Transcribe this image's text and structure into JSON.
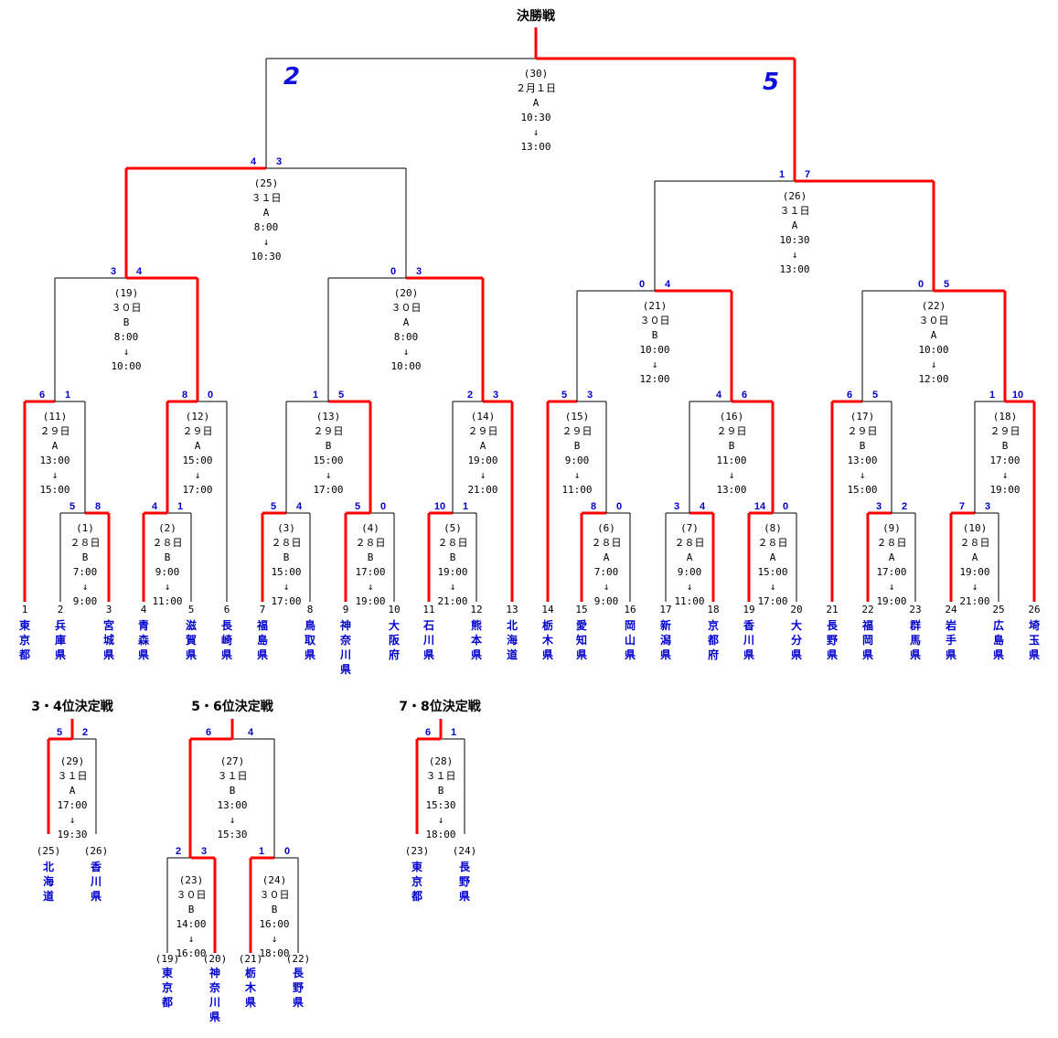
{
  "titles": {
    "final": "決勝戦",
    "third_place": "3・4位決定戦",
    "fifth_place": "5・6位決定戦",
    "seventh_place": "7・8位決定戦"
  },
  "colors": {
    "winner_line": "#ff0000",
    "score_text": "#0000cc",
    "team_text": "#0000cc",
    "line": "#000000"
  },
  "teams": [
    {
      "seed": "1",
      "name": "東京都"
    },
    {
      "seed": "2",
      "name": "兵庫県"
    },
    {
      "seed": "3",
      "name": "宮城県"
    },
    {
      "seed": "4",
      "name": "青森県"
    },
    {
      "seed": "5",
      "name": "滋賀県"
    },
    {
      "seed": "6",
      "name": "長崎県"
    },
    {
      "seed": "7",
      "name": "福島県"
    },
    {
      "seed": "8",
      "name": "鳥取県"
    },
    {
      "seed": "9",
      "name": "神奈川県"
    },
    {
      "seed": "10",
      "name": "大阪府"
    },
    {
      "seed": "11",
      "name": "石川県"
    },
    {
      "seed": "12",
      "name": "熊本県"
    },
    {
      "seed": "13",
      "name": "北海道"
    },
    {
      "seed": "14",
      "name": "栃木県"
    },
    {
      "seed": "15",
      "name": "愛知県"
    },
    {
      "seed": "16",
      "name": "岡山県"
    },
    {
      "seed": "17",
      "name": "新潟県"
    },
    {
      "seed": "18",
      "name": "京都府"
    },
    {
      "seed": "19",
      "name": "香川県"
    },
    {
      "seed": "20",
      "name": "大分県"
    },
    {
      "seed": "21",
      "name": "長野県"
    },
    {
      "seed": "22",
      "name": "福岡県"
    },
    {
      "seed": "23",
      "name": "群馬県"
    },
    {
      "seed": "24",
      "name": "岩手県"
    },
    {
      "seed": "25",
      "name": "広島県"
    },
    {
      "seed": "26",
      "name": "埼玉県"
    }
  ],
  "matches": [
    {
      "id": "1",
      "label": "(1)",
      "date": "２８日",
      "court": "B",
      "start": "7:00",
      "arrow": "↓",
      "end": "9:00",
      "score_left": "5",
      "score_right": "8",
      "winner": "right"
    },
    {
      "id": "2",
      "label": "(2)",
      "date": "２８日",
      "court": "B",
      "start": "9:00",
      "arrow": "↓",
      "end": "11:00",
      "score_left": "4",
      "score_right": "1",
      "winner": "left"
    },
    {
      "id": "3",
      "label": "(3)",
      "date": "２８日",
      "court": "B",
      "start": "15:00",
      "arrow": "↓",
      "end": "17:00",
      "score_left": "5",
      "score_right": "4",
      "winner": "left"
    },
    {
      "id": "4",
      "label": "(4)",
      "date": "２８日",
      "court": "B",
      "start": "17:00",
      "arrow": "↓",
      "end": "19:00",
      "score_left": "5",
      "score_right": "0",
      "winner": "left"
    },
    {
      "id": "5",
      "label": "(5)",
      "date": "２８日",
      "court": "B",
      "start": "19:00",
      "arrow": "↓",
      "end": "21:00",
      "score_left": "10",
      "score_right": "1",
      "winner": "left"
    },
    {
      "id": "6",
      "label": "(6)",
      "date": "２８日",
      "court": "A",
      "start": "7:00",
      "arrow": "↓",
      "end": "9:00",
      "score_left": "8",
      "score_right": "0",
      "winner": "left"
    },
    {
      "id": "7",
      "label": "(7)",
      "date": "２８日",
      "court": "A",
      "start": "9:00",
      "arrow": "↓",
      "end": "11:00",
      "score_left": "3",
      "score_right": "4",
      "winner": "right"
    },
    {
      "id": "8",
      "label": "(8)",
      "date": "２８日",
      "court": "A",
      "start": "15:00",
      "arrow": "↓",
      "end": "17:00",
      "score_left": "14",
      "score_right": "0",
      "winner": "left"
    },
    {
      "id": "9",
      "label": "(9)",
      "date": "２８日",
      "court": "A",
      "start": "17:00",
      "arrow": "↓",
      "end": "19:00",
      "score_left": "3",
      "score_right": "2",
      "winner": "left"
    },
    {
      "id": "10",
      "label": "(10)",
      "date": "２８日",
      "court": "A",
      "start": "19:00",
      "arrow": "↓",
      "end": "21:00",
      "score_left": "7",
      "score_right": "3",
      "winner": "left"
    },
    {
      "id": "11",
      "label": "(11)",
      "date": "２９日",
      "court": "A",
      "start": "13:00",
      "arrow": "↓",
      "end": "15:00",
      "score_left": "6",
      "score_right": "1",
      "winner": "left"
    },
    {
      "id": "12",
      "label": "(12)",
      "date": "２９日",
      "court": "A",
      "start": "15:00",
      "arrow": "↓",
      "end": "17:00",
      "score_left": "8",
      "score_right": "0",
      "winner": "left"
    },
    {
      "id": "13",
      "label": "(13)",
      "date": "２９日",
      "court": "B",
      "start": "15:00",
      "arrow": "↓",
      "end": "17:00",
      "score_left": "1",
      "score_right": "5",
      "winner": "right"
    },
    {
      "id": "14",
      "label": "(14)",
      "date": "２９日",
      "court": "A",
      "start": "19:00",
      "arrow": "↓",
      "end": "21:00",
      "score_left": "2",
      "score_right": "3",
      "winner": "right"
    },
    {
      "id": "15",
      "label": "(15)",
      "date": "２９日",
      "court": "B",
      "start": "9:00",
      "arrow": "↓",
      "end": "11:00",
      "score_left": "5",
      "score_right": "3",
      "winner": "left"
    },
    {
      "id": "16",
      "label": "(16)",
      "date": "２９日",
      "court": "B",
      "start": "11:00",
      "arrow": "↓",
      "end": "13:00",
      "score_left": "4",
      "score_right": "6",
      "winner": "right"
    },
    {
      "id": "17",
      "label": "(17)",
      "date": "２９日",
      "court": "B",
      "start": "13:00",
      "arrow": "↓",
      "end": "15:00",
      "score_left": "6",
      "score_right": "5",
      "winner": "left"
    },
    {
      "id": "18",
      "label": "(18)",
      "date": "２９日",
      "court": "B",
      "start": "17:00",
      "arrow": "↓",
      "end": "19:00",
      "score_left": "1",
      "score_right": "10",
      "winner": "right"
    },
    {
      "id": "19",
      "label": "(19)",
      "date": "３０日",
      "court": "B",
      "start": "8:00",
      "arrow": "↓",
      "end": "10:00",
      "score_left": "3",
      "score_right": "4",
      "winner": "right"
    },
    {
      "id": "20",
      "label": "(20)",
      "date": "３０日",
      "court": "A",
      "start": "8:00",
      "arrow": "↓",
      "end": "10:00",
      "score_left": "0",
      "score_right": "3",
      "winner": "right"
    },
    {
      "id": "21",
      "label": "(21)",
      "date": "３０日",
      "court": "B",
      "start": "10:00",
      "arrow": "↓",
      "end": "12:00",
      "score_left": "0",
      "score_right": "4",
      "winner": "right"
    },
    {
      "id": "22",
      "label": "(22)",
      "date": "３０日",
      "court": "A",
      "start": "10:00",
      "arrow": "↓",
      "end": "12:00",
      "score_left": "0",
      "score_right": "5",
      "winner": "right"
    },
    {
      "id": "25",
      "label": "(25)",
      "date": "３１日",
      "court": "A",
      "start": "8:00",
      "arrow": "↓",
      "end": "10:30",
      "score_left": "4",
      "score_right": "3",
      "winner": "left"
    },
    {
      "id": "26",
      "label": "(26)",
      "date": "３１日",
      "court": "A",
      "start": "10:30",
      "arrow": "↓",
      "end": "13:00",
      "score_left": "1",
      "score_right": "7",
      "winner": "right"
    },
    {
      "id": "30",
      "label": "(30)",
      "date": "２月１日",
      "court": "A",
      "start": "10:30",
      "arrow": "↓",
      "end": "13:00",
      "score_left": "2",
      "score_right": "5",
      "winner": "right"
    }
  ],
  "consolation": {
    "third": {
      "match": {
        "id": "29",
        "label": "(29)",
        "date": "３１日",
        "court": "A",
        "start": "17:00",
        "arrow": "↓",
        "end": "19:30",
        "score_left": "5",
        "score_right": "2",
        "winner": "left"
      },
      "left": {
        "seed": "(25)",
        "name": "北海道"
      },
      "right": {
        "seed": "(26)",
        "name": "香川県"
      }
    },
    "fifth": {
      "match": {
        "id": "27",
        "label": "(27)",
        "date": "３１日",
        "court": "B",
        "start": "13:00",
        "arrow": "↓",
        "end": "15:30",
        "score_left": "6",
        "score_right": "4",
        "winner": "left"
      },
      "semis": [
        {
          "id": "23",
          "label": "(23)",
          "date": "３０日",
          "court": "B",
          "start": "14:00",
          "arrow": "↓",
          "end": "16:00",
          "score_left": "2",
          "score_right": "3",
          "winner": "right",
          "left": {
            "seed": "(19)",
            "name": "東京都"
          },
          "right": {
            "seed": "(20)",
            "name": "神奈川県"
          }
        },
        {
          "id": "24",
          "label": "(24)",
          "date": "３０日",
          "court": "B",
          "start": "16:00",
          "arrow": "↓",
          "end": "18:00",
          "score_left": "1",
          "score_right": "0",
          "winner": "left",
          "left": {
            "seed": "(21)",
            "name": "栃木県"
          },
          "right": {
            "seed": "(22)",
            "name": "長野県"
          }
        }
      ]
    },
    "seventh": {
      "match": {
        "id": "28",
        "label": "(28)",
        "date": "３１日",
        "court": "B",
        "start": "15:30",
        "arrow": "↓",
        "end": "18:00",
        "score_left": "6",
        "score_right": "1",
        "winner": "left"
      },
      "left": {
        "seed": "(23)",
        "name": "東京都"
      },
      "right": {
        "seed": "(24)",
        "name": "長野県"
      }
    }
  }
}
